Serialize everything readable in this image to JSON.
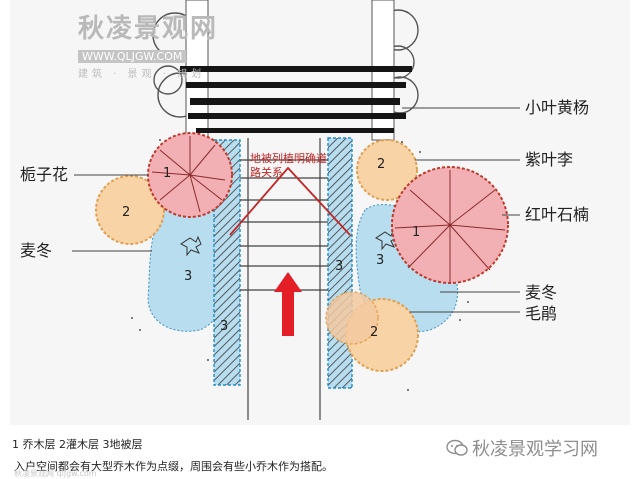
{
  "watermark": {
    "title": "秋凌景观网",
    "url": "WWW.QLJGW.COM",
    "subtitle": "建筑 · 景观 · 规划"
  },
  "labels_right": [
    "小叶黄杨",
    "紫叶李",
    "红叶石楠",
    "麦冬",
    "毛鹃"
  ],
  "labels_left": [
    "栀子花",
    "麦冬"
  ],
  "annotation": "地被列植明确道路关系",
  "layer_numbers": {
    "tree": "1",
    "shrub": "2",
    "ground": "3"
  },
  "caption": {
    "line1": "1 乔木层  2灌木层  3地被层",
    "line2": "入户空间都会有大型乔木作为点缀，周围会有些小乔木作为搭配。"
  },
  "blog_name": "秋凌景观学习网",
  "faint_url": "秋凌景观网 qljgw.com",
  "colors": {
    "tree_pink": "#f2b0b4",
    "tree_outline": "#c0392b",
    "shrub_orange": "#f7d3a5",
    "shrub_outline": "#e0a050",
    "groundcover_blue": "#b7ddef",
    "hedge_cyan": "#4ac6dd",
    "arrow_red": "#e41e26",
    "annotation_red": "#c22727"
  },
  "icons": [
    "wechat-icon"
  ]
}
